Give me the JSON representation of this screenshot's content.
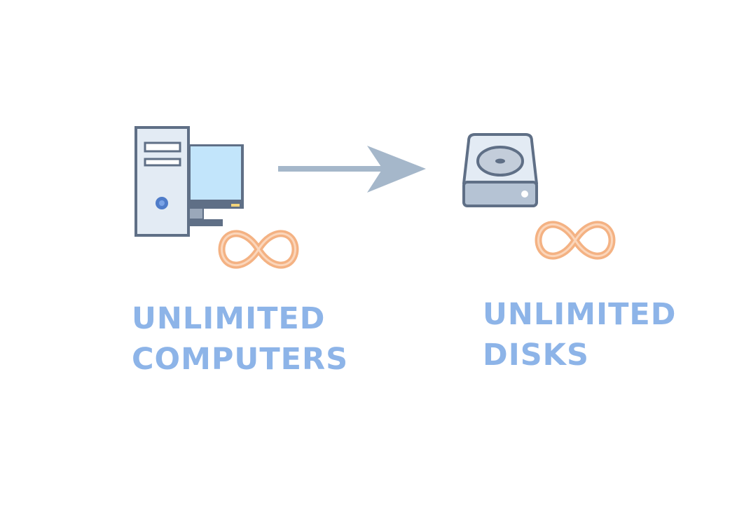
{
  "icons": {
    "computer": "desktop-computer-icon",
    "arrow": "arrow-right-icon",
    "disk": "hard-disk-icon",
    "infinity": "infinity-icon"
  },
  "colors": {
    "caption_text": "#8db4e8",
    "outline": "#5f6f86",
    "monitor_screen": "#c2e5fb",
    "case_fill": "#e3ebf4",
    "arrow": "#a5b7ca",
    "infinity": "#f4b283"
  },
  "left_group": {
    "line_1": "UNLIMITED",
    "line_2": "COMPUTERS"
  },
  "right_group": {
    "line_1": "UNLIMITED",
    "line_2": "DISKS"
  }
}
